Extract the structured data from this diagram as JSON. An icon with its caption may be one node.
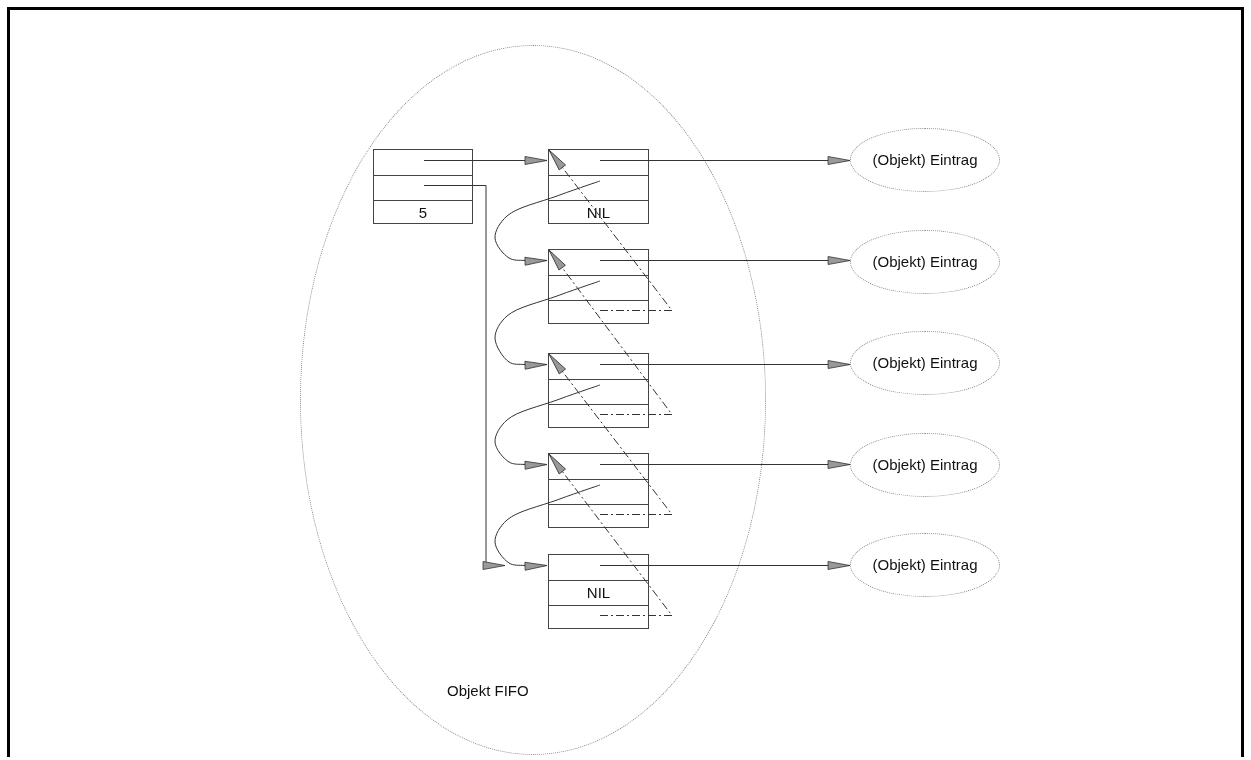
{
  "diagram": {
    "nodes": [
      {
        "text": [
          "Objekt FIFO"
        ]
      },
      {
        "text": [
          "5"
        ],
        "in": 0
      },
      {
        "text": [
          "NIL"
        ],
        "in": 0
      },
      {
        "text": [],
        "shape": "box",
        "in": 0
      },
      {
        "text": [],
        "shape": "box",
        "in": 0
      },
      {
        "text": [],
        "shape": "box",
        "in": 0
      },
      {
        "text": [
          "NIL"
        ],
        "in": 0
      },
      {
        "text": [
          "(Objekt) Eintrag"
        ]
      },
      {
        "text": [
          "(Objekt) Eintrag"
        ]
      },
      {
        "text": [
          "(Objekt) Eintrag"
        ]
      },
      {
        "text": [
          "(Objekt) Eintrag"
        ]
      },
      {
        "text": [
          "(Objekt) Eintrag"
        ]
      }
    ],
    "edges": [
      {
        "from": 1,
        "to": 2,
        "arrow": "to"
      },
      {
        "from": 1,
        "to": 6,
        "arrow": "to"
      },
      {
        "from": 2,
        "to": 3,
        "arrow": "to"
      },
      {
        "from": 3,
        "to": 4,
        "arrow": "to"
      },
      {
        "from": 4,
        "to": 5,
        "arrow": "to"
      },
      {
        "from": 5,
        "to": 6,
        "arrow": "to"
      },
      {
        "from": 3,
        "to": 2,
        "arrow": "to",
        "style": "dashed"
      },
      {
        "from": 4,
        "to": 3,
        "arrow": "to",
        "style": "dashed"
      },
      {
        "from": 5,
        "to": 4,
        "arrow": "to",
        "style": "dashed"
      },
      {
        "from": 6,
        "to": 5,
        "arrow": "to",
        "style": "dashed"
      },
      {
        "from": 2,
        "to": 7,
        "arrow": "to"
      },
      {
        "from": 3,
        "to": 8,
        "arrow": "to"
      },
      {
        "from": 4,
        "to": 9,
        "arrow": "to"
      },
      {
        "from": 5,
        "to": 10,
        "arrow": "to"
      },
      {
        "from": 6,
        "to": 11,
        "arrow": "to"
      }
    ]
  }
}
